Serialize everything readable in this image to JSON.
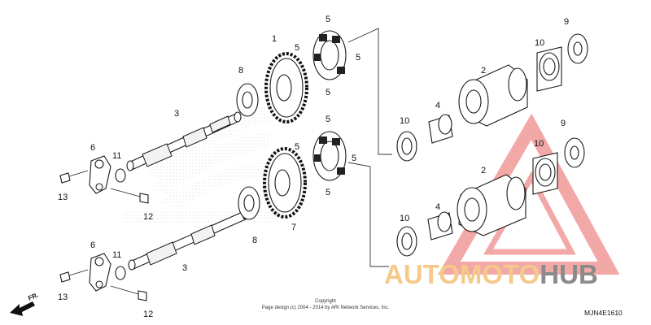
{
  "callouts": {
    "p1": "1",
    "p2_top": "2",
    "p2_bottom": "2",
    "p3_top": "3",
    "p3_bottom": "3",
    "p4_top": "4",
    "p4_bottom": "4",
    "p5": "5",
    "p6_top": "6",
    "p6_bottom": "6",
    "p7": "7",
    "p8_top": "8",
    "p8_bottom": "8",
    "p9_top": "9",
    "p9_bottom": "9",
    "p10": "10",
    "p11": "11",
    "p12": "12",
    "p13": "13"
  },
  "front_marker": "FR.",
  "copyright": {
    "line1": "Copyright",
    "line2": "Page design (c) 2004 - 2014 by ARI Network Services, Inc."
  },
  "diagram_code": "MJN4E1610",
  "watermark": {
    "part1": "AUTOMOTO",
    "part2": "HUB",
    "color1": "#f5c98a",
    "color2": "#8a8a8a",
    "triangle_color": "#f29a9a"
  }
}
